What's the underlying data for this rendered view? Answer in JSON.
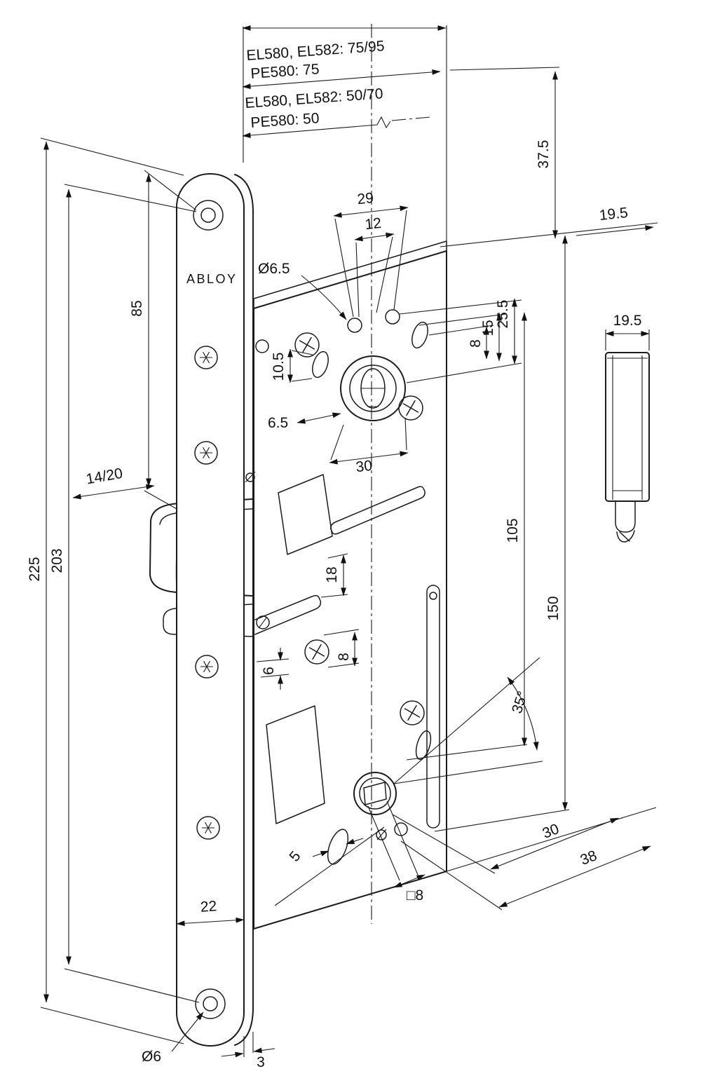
{
  "drawing": {
    "brand_label": "ABLOY",
    "backset_labels": [
      "EL580, EL582: 75/95",
      "PE580: 75",
      "EL580, EL582: 50/70",
      "PE580: 50"
    ],
    "dimensions": {
      "faceplate_length": "225",
      "screw_hole_spacing": "203",
      "top_hole_to_bolt": "85",
      "bolt_throw": "14/20",
      "faceplate_width": "22",
      "faceplate_thickness": "3",
      "faceplate_hole_dia": "Ø6",
      "case_top_to_center": "37.5",
      "fixing_holes_span": "29",
      "fixing_hole_offset": "12",
      "fixing_hole_dia": "Ø6.5",
      "slot_height": "10.5",
      "cylinder_edge_gap": "6.5",
      "cylinder_width": "30",
      "offset_8": "8",
      "offset_15": "15",
      "offset_25_5": "25.5",
      "bolt_width_19_5": "19.5",
      "bolt_depth_19_5": "19.5",
      "cylinder_to_spindle": "105",
      "top_to_spindle": "150",
      "slot_spacing_18": "18",
      "aux_bolt_6": "6",
      "aux_bolt_8": "8",
      "angle_35": "35°",
      "spindle_to_edge_30": "30",
      "spindle_to_front_38": "38",
      "spindle_square_8": "□8",
      "slot_width_5": "5"
    }
  }
}
